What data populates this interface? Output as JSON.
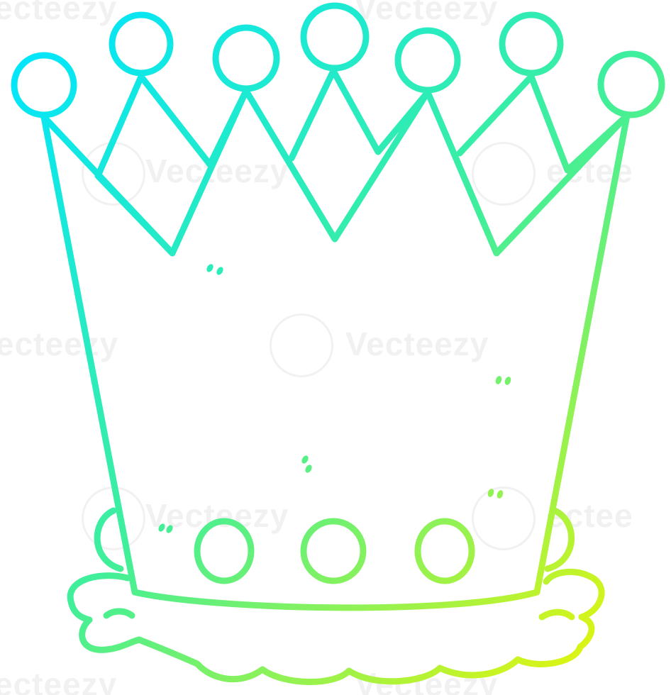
{
  "image": {
    "subject": "crown",
    "style": "line drawing",
    "colors": {
      "background": "#ffffff",
      "gradient_start": "#00e5ff",
      "gradient_mid": "#40ef9a",
      "gradient_end": "#f2f500",
      "watermark": "#787878"
    }
  },
  "watermark": {
    "brand": "Vecteezy",
    "partial_left": "ecteezy",
    "partial_right": "ectee"
  }
}
